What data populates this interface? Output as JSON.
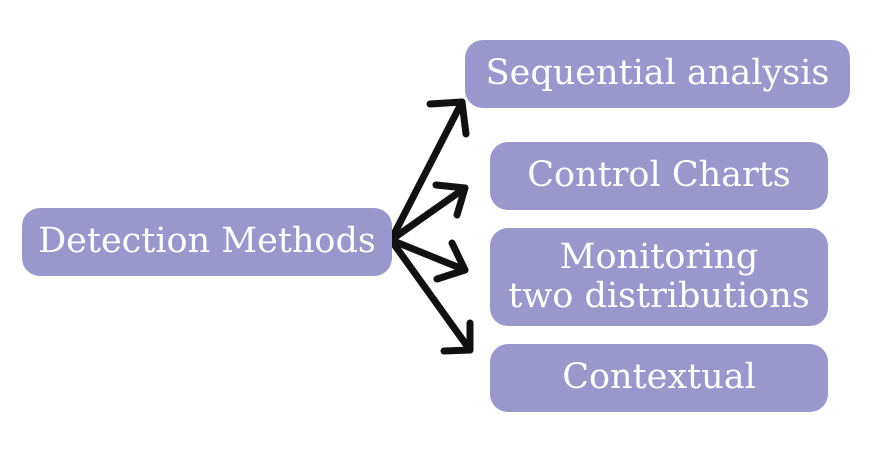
{
  "diagram": {
    "root": {
      "label": "Detection Methods"
    },
    "branches": [
      {
        "lines": [
          "Sequential analysis"
        ]
      },
      {
        "lines": [
          "Control Charts"
        ]
      },
      {
        "lines": [
          "Monitoring",
          "two distributions"
        ]
      },
      {
        "lines": [
          "Contextual"
        ]
      }
    ],
    "colors": {
      "box_fill": "#9a97cc",
      "box_text": "#ffffff",
      "arrow": "#111111"
    }
  }
}
